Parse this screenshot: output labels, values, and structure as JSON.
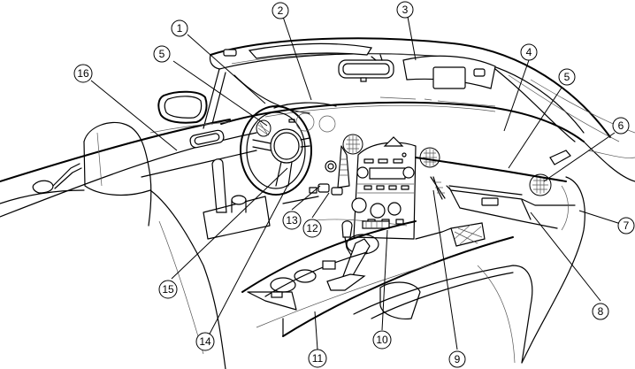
{
  "diagram": {
    "title": "Vehicle interior overview",
    "callouts": [
      {
        "id": "1",
        "label": "1"
      },
      {
        "id": "2",
        "label": "2"
      },
      {
        "id": "3",
        "label": "3"
      },
      {
        "id": "4",
        "label": "4"
      },
      {
        "id": "5a",
        "label": "5"
      },
      {
        "id": "5b",
        "label": "5"
      },
      {
        "id": "6",
        "label": "6"
      },
      {
        "id": "7",
        "label": "7"
      },
      {
        "id": "8",
        "label": "8"
      },
      {
        "id": "9",
        "label": "9"
      },
      {
        "id": "10",
        "label": "10"
      },
      {
        "id": "11",
        "label": "11"
      },
      {
        "id": "12",
        "label": "12"
      },
      {
        "id": "13",
        "label": "13"
      },
      {
        "id": "14",
        "label": "14"
      },
      {
        "id": "15",
        "label": "15"
      },
      {
        "id": "16",
        "label": "16"
      }
    ]
  }
}
